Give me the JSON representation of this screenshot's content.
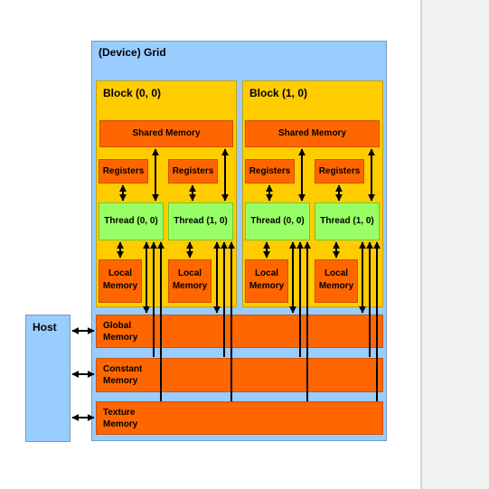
{
  "grid": {
    "title": "(Device) Grid"
  },
  "host": {
    "title": "Host"
  },
  "blocks": [
    {
      "title": "Block (0, 0)",
      "shared_memory": "Shared Memory",
      "threads": [
        {
          "registers": "Registers",
          "thread": "Thread (0, 0)",
          "local_memory": "Local\nMemory"
        },
        {
          "registers": "Registers",
          "thread": "Thread (1, 0)",
          "local_memory": "Local\nMemory"
        }
      ]
    },
    {
      "title": "Block (1, 0)",
      "shared_memory": "Shared Memory",
      "threads": [
        {
          "registers": "Registers",
          "thread": "Thread (0, 0)",
          "local_memory": "Local\nMemory"
        },
        {
          "registers": "Registers",
          "thread": "Thread (1, 0)",
          "local_memory": "Local\nMemory"
        }
      ]
    }
  ],
  "global_memory": {
    "label": "Global\nMemory"
  },
  "constant_memory": {
    "label": "Constant\nMemory"
  },
  "texture_memory": {
    "label": "Texture\nMemory"
  },
  "colors": {
    "grid": "#99ccff",
    "block": "#ffcc00",
    "memory": "#ff6600",
    "thread": "#99ff66"
  }
}
